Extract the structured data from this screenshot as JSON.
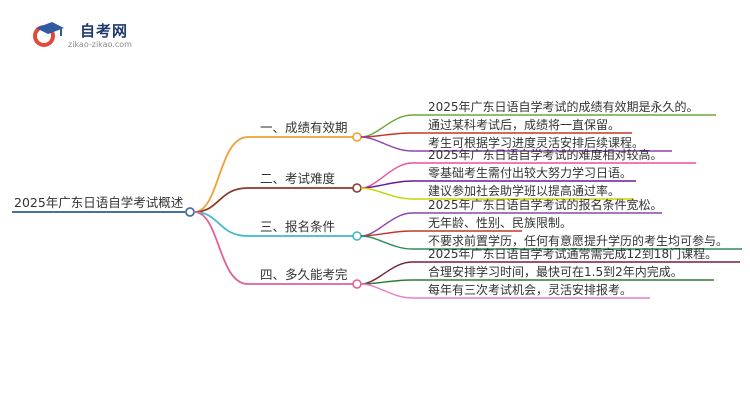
{
  "logo": {
    "title": "自考网",
    "subtitle": "zikao-zikao.com",
    "icon": "graduation-cap-icon"
  },
  "root": {
    "label": "2025年广东日语自学考试概述",
    "color": "#4a6fa5"
  },
  "branches": [
    {
      "label": "一、成绩有效期",
      "color": "#f0a030",
      "leaves": [
        {
          "label": "2025年广东日语自学考试的成绩有效期是永久的。",
          "color": "#6aaa3a"
        },
        {
          "label": "通过某科考试后，成绩将一直保留。",
          "color": "#c0392b"
        },
        {
          "label": "考生可根据学习进度灵活安排后续课程。",
          "color": "#8e44ad"
        }
      ]
    },
    {
      "label": "二、考试难度",
      "color": "#8b3a2a",
      "leaves": [
        {
          "label": "2025年广东日语自学考试的难度相对较高。",
          "color": "#e84fa0"
        },
        {
          "label": "零基础考生需付出较大努力学习日语。",
          "color": "#6a1b9a"
        },
        {
          "label": "建议参加社会助学班以提高通过率。",
          "color": "#c8d400"
        }
      ]
    },
    {
      "label": "三、报名条件",
      "color": "#3fb8c8",
      "leaves": [
        {
          "label": "2025年广东日语自学考试的报名条件宽松。",
          "color": "#8e44ad"
        },
        {
          "label": "无年龄、性别、民族限制。",
          "color": "#c0392b"
        },
        {
          "label": "不要求前置学历，任何有意愿提升学历的考生均可参与。",
          "color": "#2e8b57"
        }
      ]
    },
    {
      "label": "四、多久能考完",
      "color": "#e0609a",
      "leaves": [
        {
          "label": "2025年广东日语自学考试通常需完成12到18门课程。",
          "color": "#7a1f3a"
        },
        {
          "label": "合理安排学习时间，最快可在1.5到2年内完成。",
          "color": "#2e7d32"
        },
        {
          "label": "每年有三次考试机会，灵活安排报考。",
          "color": "#e87fc0"
        }
      ]
    }
  ]
}
